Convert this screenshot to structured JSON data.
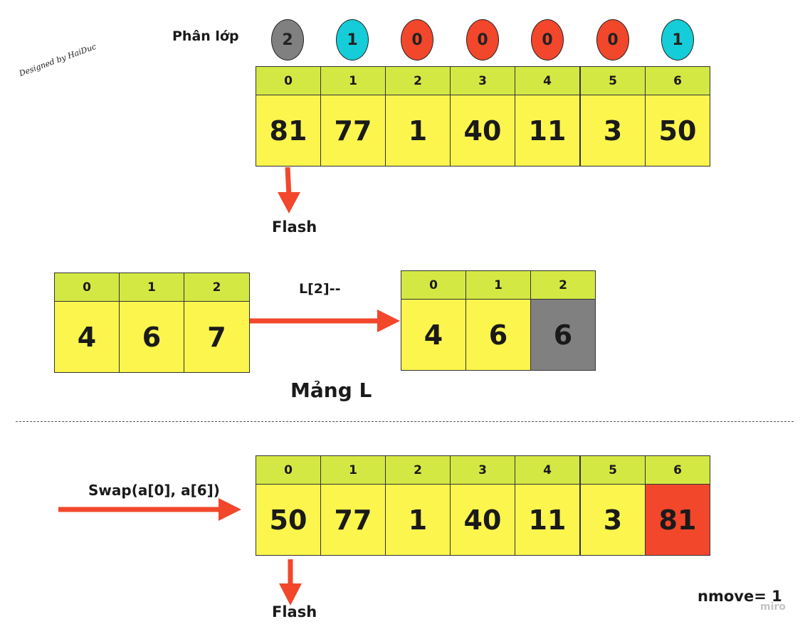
{
  "signature": "Designed by HaiDuc",
  "class_label": "Phân lớp",
  "classes": [
    {
      "value": "2",
      "color": "#808080"
    },
    {
      "value": "1",
      "color": "#14cdd8"
    },
    {
      "value": "0",
      "color": "#f2472b"
    },
    {
      "value": "0",
      "color": "#f2472b"
    },
    {
      "value": "0",
      "color": "#f2472b"
    },
    {
      "value": "0",
      "color": "#f2472b"
    },
    {
      "value": "1",
      "color": "#14cdd8"
    }
  ],
  "array_a_top": {
    "indices": [
      "0",
      "1",
      "2",
      "3",
      "4",
      "5",
      "6"
    ],
    "values": [
      "81",
      "77",
      "1",
      "40",
      "11",
      "3",
      "50"
    ]
  },
  "flash_label_top": "Flash",
  "array_L_before": {
    "indices": [
      "0",
      "1",
      "2"
    ],
    "values": [
      "4",
      "6",
      "7"
    ]
  },
  "decrement_label": "L[2]--",
  "array_L_after": {
    "indices": [
      "0",
      "1",
      "2"
    ],
    "values": [
      "4",
      "6",
      "6"
    ],
    "highlight": {
      "index": 2,
      "color": "#808080"
    }
  },
  "array_L_title": "Mảng L",
  "swap_label": "Swap(a[0], a[6])",
  "array_a_bottom": {
    "indices": [
      "0",
      "1",
      "2",
      "3",
      "4",
      "5",
      "6"
    ],
    "values": [
      "50",
      "77",
      "1",
      "40",
      "11",
      "3",
      "81"
    ],
    "highlight": {
      "index": 6,
      "color": "#f2472b"
    }
  },
  "flash_label_bottom": "Flash",
  "nmove_label": "nmove= 1",
  "watermark": "miro",
  "colors": {
    "index_row": "#d4e844",
    "value_cell": "#fbf54d",
    "arrow": "#f2472b"
  }
}
